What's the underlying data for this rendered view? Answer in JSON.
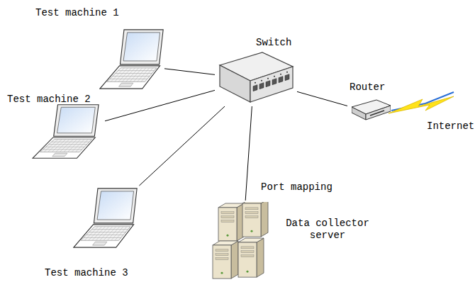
{
  "diagram": {
    "nodes": [
      {
        "text": [
          "Test machine 1"
        ]
      },
      {
        "text": [
          "Test machine 2"
        ]
      },
      {
        "text": [
          "Test machine 3"
        ]
      },
      {
        "text": [
          "Switch"
        ]
      },
      {
        "text": [
          "Router"
        ]
      },
      {
        "text": [
          "Data collector server"
        ]
      }
    ],
    "edges": [
      {
        "from": 0,
        "to": 3,
        "arrow": "none"
      },
      {
        "from": 1,
        "to": 3,
        "arrow": "none"
      },
      {
        "from": 2,
        "to": 3,
        "arrow": "none"
      },
      {
        "from": 3,
        "to": 4,
        "arrow": "none"
      },
      {
        "from": 3,
        "to": 5,
        "label": "Port mapping",
        "arrow": "none"
      }
    ],
    "labels": [
      "Internet"
    ]
  }
}
